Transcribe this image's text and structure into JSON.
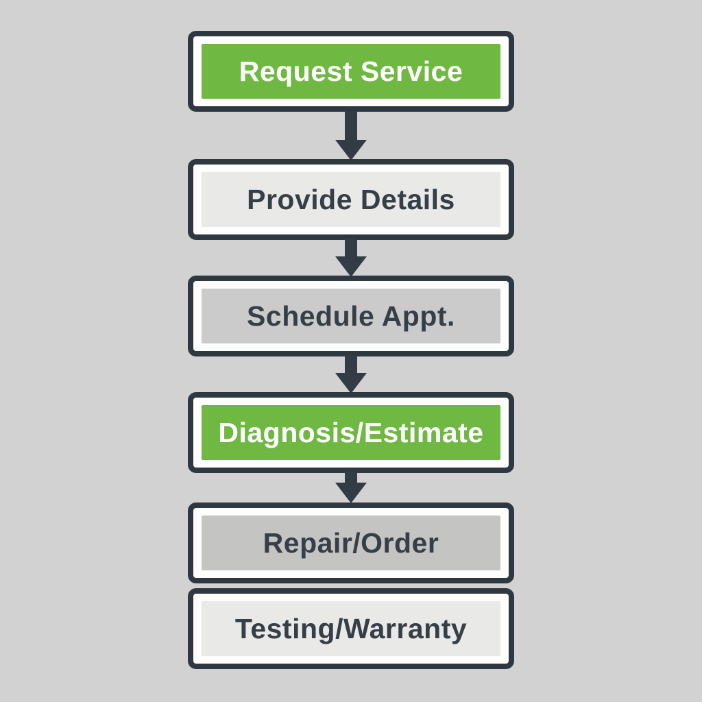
{
  "flowchart": {
    "steps": [
      {
        "label": "Request Service",
        "fill": "#6fb842",
        "text_color": "#ffffff"
      },
      {
        "label": "Provide Details",
        "fill": "#e9e9e7",
        "text_color": "#363e47"
      },
      {
        "label": "Schedule Appt.",
        "fill": "#cbcbcb",
        "text_color": "#363e47"
      },
      {
        "label": "Diagnosis/Estimate",
        "fill": "#6fb842",
        "text_color": "#ffffff"
      },
      {
        "label": "Repair/Order",
        "fill": "#c4c4c2",
        "text_color": "#363e47"
      },
      {
        "label": "Testing/Warranty",
        "fill": "#e9e9e7",
        "text_color": "#363e47"
      }
    ],
    "colors": {
      "background": "#d2d2d2",
      "border": "#2f3841",
      "arrow": "#333b44",
      "box_rim": "#fdfdfd",
      "accent_green": "#6fb842"
    }
  }
}
